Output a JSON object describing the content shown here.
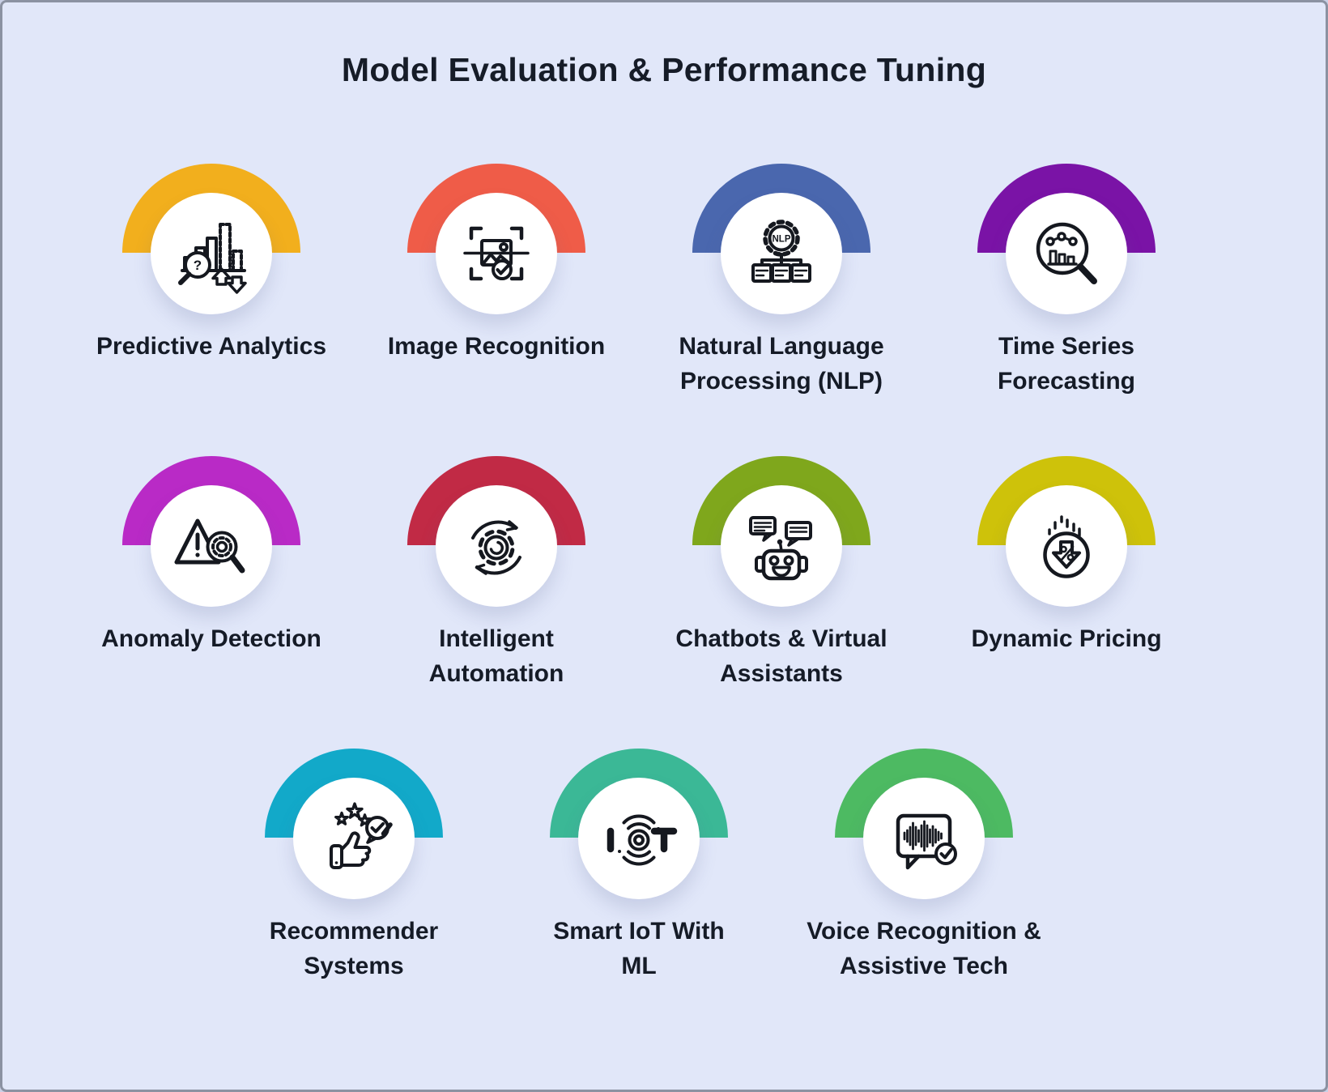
{
  "title": "Model Evaluation & Performance Tuning",
  "colors": {
    "background": "#e1e7f9",
    "border": "#8b92a2",
    "text": "#151b27",
    "circle": "#ffffff"
  },
  "items": [
    {
      "label": "Predictive Analytics",
      "color": "#f2af1d",
      "icon": "predictive-analytics-icon"
    },
    {
      "label": "Image Recognition",
      "color": "#ef5c48",
      "icon": "image-recognition-icon"
    },
    {
      "label": "Natural Language\nProcessing (NLP)",
      "color": "#4a67ae",
      "icon": "nlp-icon"
    },
    {
      "label": "Time Series\nForecasting",
      "color": "#7a13a6",
      "icon": "time-series-forecasting-icon"
    },
    {
      "label": "Anomaly Detection",
      "color": "#b92ac6",
      "icon": "anomaly-detection-icon"
    },
    {
      "label": "Intelligent\nAutomation",
      "color": "#c12a45",
      "icon": "intelligent-automation-icon"
    },
    {
      "label": "Chatbots & Virtual\nAssistants",
      "color": "#7fa71c",
      "icon": "chatbot-icon"
    },
    {
      "label": "Dynamic Pricing",
      "color": "#cec20a",
      "icon": "dynamic-pricing-icon"
    },
    {
      "label": "Recommender\nSystems",
      "color": "#12a9c9",
      "icon": "recommender-systems-icon"
    },
    {
      "label": "Smart IoT With\nML",
      "color": "#3bb896",
      "icon": "smart-iot-icon"
    },
    {
      "label": "Voice Recognition &\nAssistive Tech",
      "color": "#4dba62",
      "icon": "voice-recognition-icon"
    }
  ]
}
